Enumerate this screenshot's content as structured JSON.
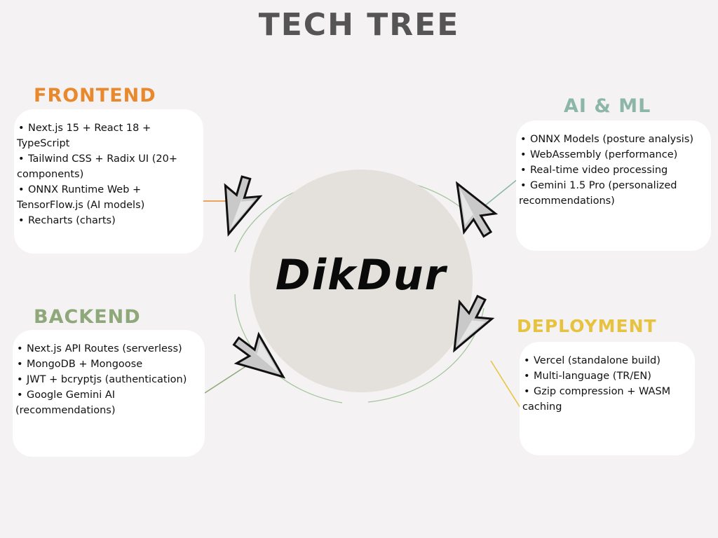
{
  "title": "TECH TREE",
  "center": {
    "label": "DikDur"
  },
  "sections": {
    "frontend": {
      "heading": "FRONTEND",
      "color": "#e8892e",
      "items": [
        "Next.js 15 + React 18 + TypeScript",
        "Tailwind CSS + Radix UI (20+ components)",
        "ONNX Runtime Web + TensorFlow.js (AI models)",
        "Recharts (charts)"
      ]
    },
    "ai_ml": {
      "heading": "AI & ML",
      "color": "#8cb6a8",
      "items": [
        "ONNX Models (posture analysis)",
        "WebAssembly (performance)",
        "Real-time video processing",
        "Gemini 1.5 Pro (personalized recommendations)"
      ]
    },
    "backend": {
      "heading": "BACKEND",
      "color": "#8ea879",
      "items": [
        "Next.js API Routes (serverless)",
        "MongoDB + Mongoose",
        "JWT + bcryptjs (authentication)",
        "Google Gemini AI (recommendations)"
      ]
    },
    "deployment": {
      "heading": "DEPLOYMENT",
      "color": "#e7c23e",
      "items": [
        "Vercel (standalone build)",
        "Multi-language (TR/EN)",
        "Gzip compression + WASM caching"
      ]
    }
  }
}
